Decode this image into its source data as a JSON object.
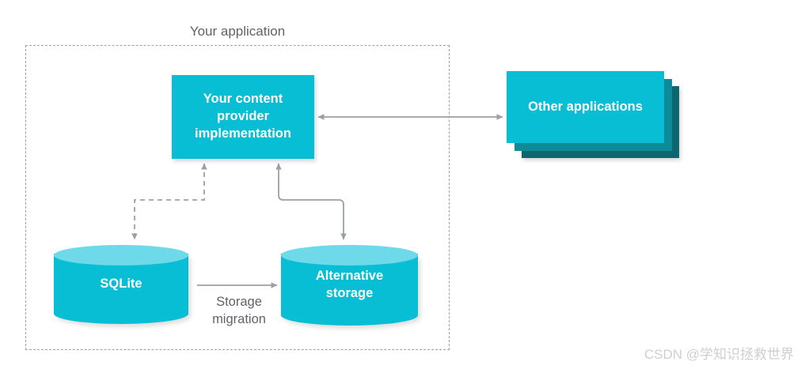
{
  "diagram": {
    "title": "Your application",
    "boundary_style": "dashed",
    "accent_color": "#07bed4",
    "accent_dark_1": "#0c8b98",
    "accent_dark_2": "#0d6670",
    "cylinder_top_color": "#6ed9e8",
    "connector_color": "#9aa0a6",
    "text_muted_color": "#5f6368"
  },
  "nodes": {
    "provider": {
      "label_line1": "Your content",
      "label_line2": "provider",
      "label_line3": "implementation"
    },
    "other_apps": {
      "label": "Other applications",
      "stack_count": 3
    },
    "sqlite": {
      "label": "SQLite"
    },
    "alternative_storage": {
      "label_line1": "Alternative",
      "label_line2": "storage"
    }
  },
  "edges": {
    "migration": {
      "label_line1": "Storage",
      "label_line2": "migration",
      "style": "solid",
      "direction": "sqlite-to-alternative"
    },
    "provider_to_sqlite": {
      "style": "dashed",
      "direction": "bidirectional"
    },
    "provider_to_alternative": {
      "style": "solid",
      "direction": "bidirectional"
    },
    "provider_to_other_apps": {
      "style": "solid",
      "direction": "bidirectional"
    }
  },
  "watermark": {
    "text": "CSDN @学知识拯救世界"
  }
}
